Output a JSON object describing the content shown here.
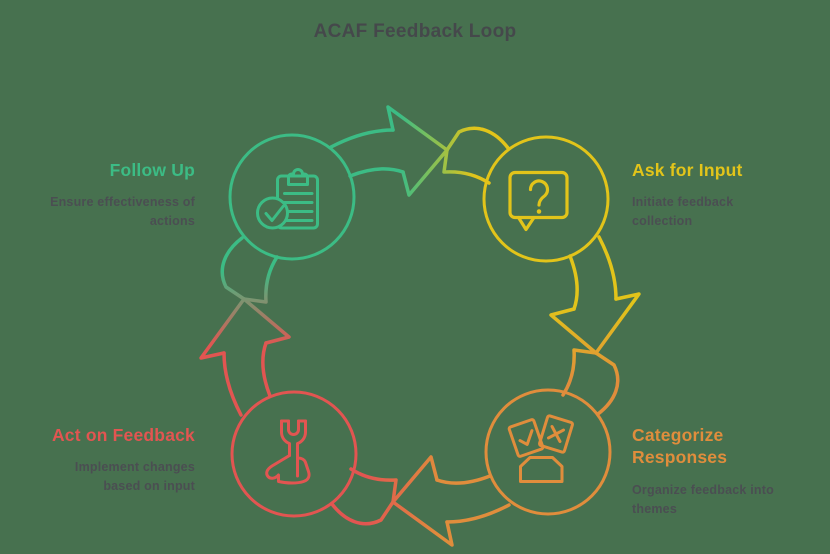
{
  "title": "ACAF Feedback Loop",
  "background_color": "#47714f",
  "text_color": "#4b4e52",
  "stages": [
    {
      "name": "Ask for Input",
      "description": "Initiate feedback collection",
      "color": "#e2c41a",
      "icon": "question-bubble-icon",
      "position": "top-right"
    },
    {
      "name": "Categorize Responses",
      "description": "Organize feedback into themes",
      "color": "#e08d3c",
      "icon": "ballot-cards-icon",
      "position": "bottom-right"
    },
    {
      "name": "Act on Feedback",
      "description": "Implement changes based on input",
      "color": "#e25551",
      "icon": "wrench-hand-icon",
      "position": "bottom-left"
    },
    {
      "name": "Follow Up",
      "description": "Ensure effectiveness of actions",
      "color": "#3cbc85",
      "icon": "clipboard-check-icon",
      "position": "top-left"
    }
  ],
  "arrows": [
    {
      "from": "Follow Up",
      "to": "Ask for Input"
    },
    {
      "from": "Ask for Input",
      "to": "Categorize Responses"
    },
    {
      "from": "Categorize Responses",
      "to": "Act on Feedback"
    },
    {
      "from": "Act on Feedback",
      "to": "Follow Up"
    }
  ]
}
